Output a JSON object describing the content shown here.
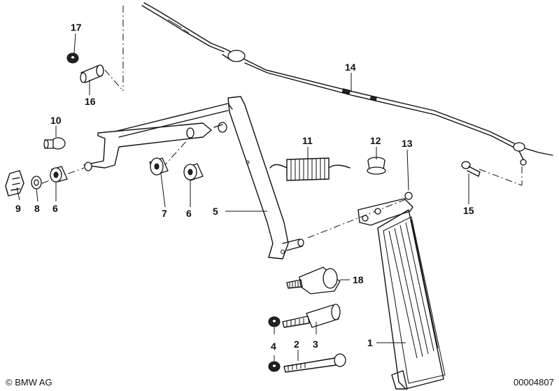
{
  "callouts": {
    "c1": "1",
    "c2": "2",
    "c3": "3",
    "c4": "4",
    "c5": "5",
    "c6a": "6",
    "c6b": "6",
    "c7": "7",
    "c8": "8",
    "c9": "9",
    "c10": "10",
    "c11": "11",
    "c12": "12",
    "c13": "13",
    "c14": "14",
    "c15": "15",
    "c16": "16",
    "c17": "17",
    "c18": "18"
  },
  "footer": {
    "copyright": "© BMW AG",
    "diagram_number": "00004807"
  }
}
